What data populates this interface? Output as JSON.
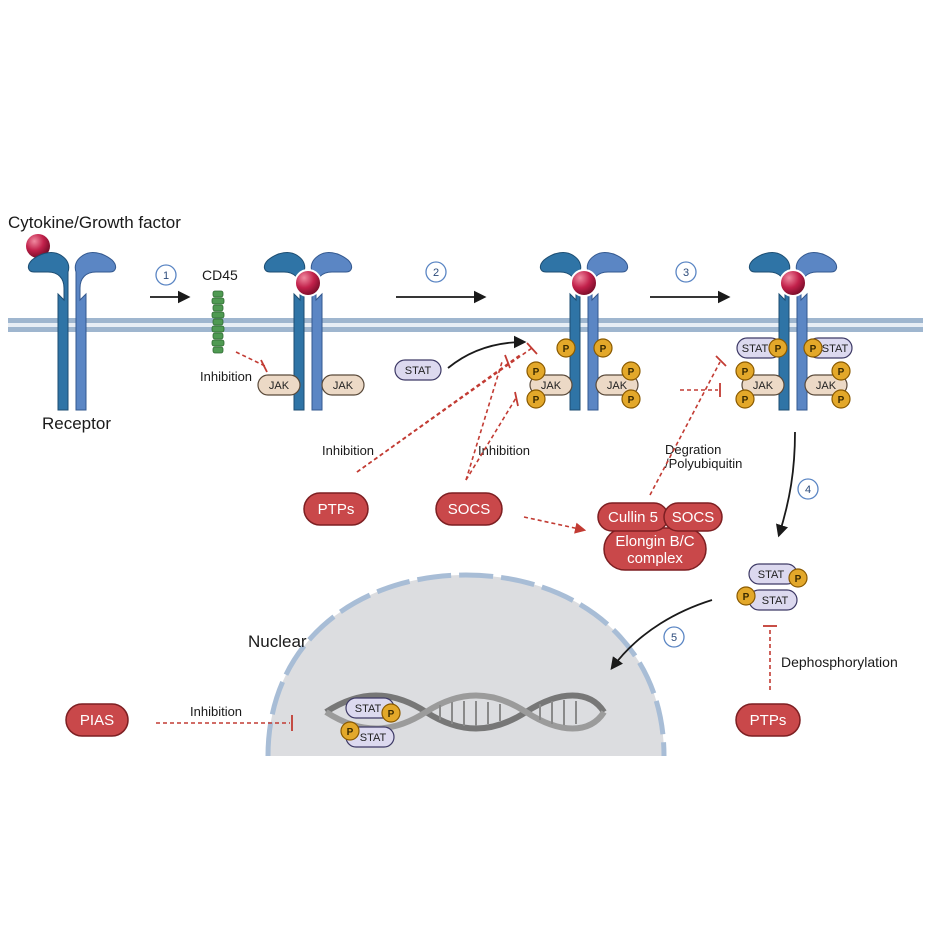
{
  "title": "Cytokine/Growth factor",
  "labels": {
    "receptor": "Receptor",
    "cd45": "CD45",
    "nuclear": "Nuclear",
    "inhibition_cd45": "Inhibition",
    "inhibition_ptps": "Inhibition",
    "inhibition_socs": "Inhibition",
    "inhibition_pias": "Inhibition",
    "degradation": "Degration",
    "polyubiquitin": "/Polyubiquitin",
    "dephosphorylation": "Dephosphorylation"
  },
  "steps": [
    "1",
    "2",
    "3",
    "4",
    "5"
  ],
  "molecules": {
    "jak": "JAK",
    "stat": "STAT",
    "phospho": "P"
  },
  "regulators": {
    "ptps_top": "PTPs",
    "socs": "SOCS",
    "ptps_bottom": "PTPs",
    "pias": "PIAS"
  },
  "complex": {
    "cullin": "Cullin 5",
    "socs": "SOCS",
    "elongin_line1": "Elongin B/C",
    "elongin_line2": "complex"
  },
  "colors": {
    "membrane": "#9fb6cf",
    "receptor_dark": "#2f74a6",
    "receptor_light": "#5b86c4",
    "ligand": "#c2214b",
    "cd45": "#4f9a52",
    "regulator": "#c9484a",
    "inhibition": "#c23b33",
    "nucleus": "#dcdde0",
    "phospho": "#e3a82a"
  }
}
